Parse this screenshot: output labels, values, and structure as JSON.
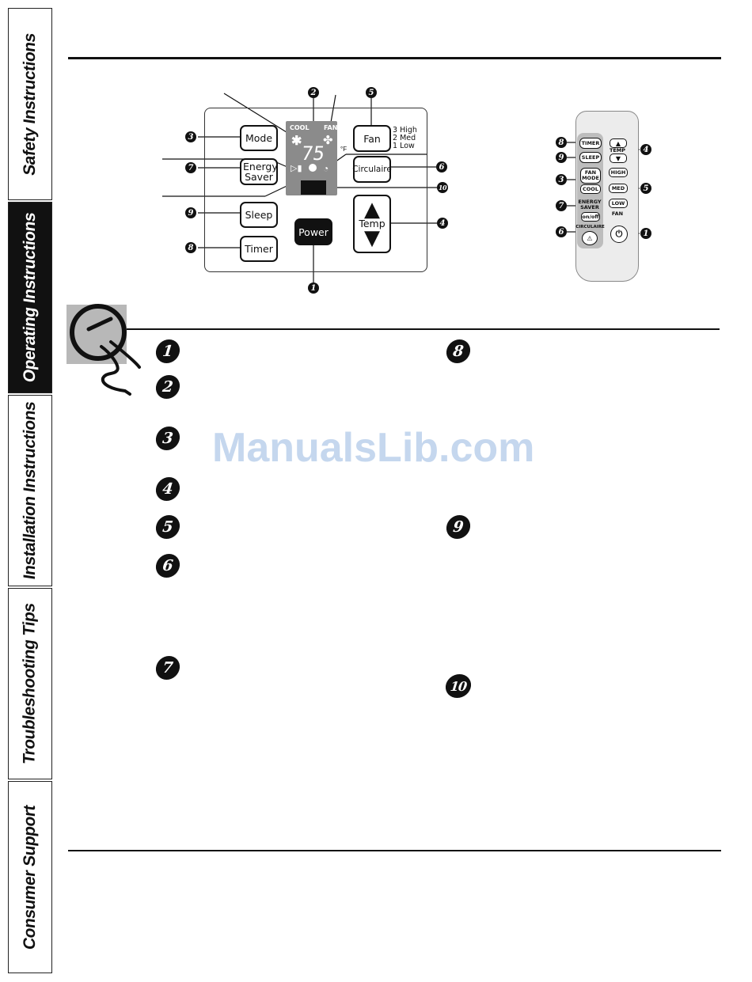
{
  "side_tabs": [
    {
      "label": "Safety Instructions",
      "active": false
    },
    {
      "label": "Operating Instructions",
      "active": true
    },
    {
      "label": "Installation Instructions",
      "active": false
    },
    {
      "label": "Troubleshooting Tips",
      "active": false
    },
    {
      "label": "Consumer Support",
      "active": false
    }
  ],
  "control_panel": {
    "mode": "Mode",
    "energy_saver": "Energy Saver",
    "sleep": "Sleep",
    "timer": "Timer",
    "power": "Power",
    "fan": "Fan",
    "circulaire": "Circulaire",
    "temp": "Temp",
    "fan_levels": [
      "3 High",
      "2 Med",
      "1 Low"
    ],
    "display_cool": "COOL",
    "display_fan": "FAN",
    "display_temp": "75",
    "display_unit": "°F"
  },
  "callouts": {
    "c1": "1",
    "c2": "2",
    "c3": "3",
    "c4": "4",
    "c5": "5",
    "c6": "6",
    "c7": "7",
    "c8": "8",
    "c9": "9",
    "c10": "10"
  },
  "remote": {
    "timer": "TIMER",
    "sleep": "SLEEP",
    "fan_mode": "FAN MODE",
    "cool": "COOL",
    "energy_saver": "ENERGY SAVER",
    "on_off": "on/off",
    "circulaire": "CIRCULAIRE",
    "temp": "TEMP",
    "high": "HIGH",
    "med": "MED",
    "low": "LOW",
    "fan": "FAN"
  },
  "numbered_list": {
    "n1": "1",
    "n2": "2",
    "n3": "3",
    "n4": "4",
    "n5": "5",
    "n6": "6",
    "n7": "7",
    "n8": "8",
    "n9": "9",
    "n10": "10"
  },
  "watermark": "ManualsLib.com"
}
